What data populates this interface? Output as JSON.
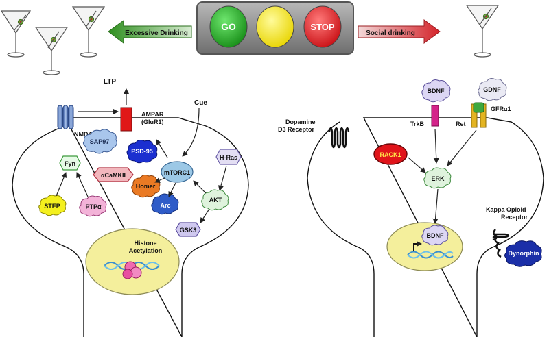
{
  "traffic_light": {
    "go": "GO",
    "stop": "STOP"
  },
  "arrows": {
    "left": "Excessive Drinking",
    "right": "Social drinking"
  },
  "left_neuron": {
    "ltp": "LTP",
    "nmdar": "NMDAR",
    "ampar_line1": "AMPAR",
    "ampar_line2": "(GluR1)",
    "cue": "Cue",
    "sap97": "SAP97",
    "psd95": "PSD-95",
    "fyn": "Fyn",
    "camkii": "αCaMKII",
    "hras": "H-Ras",
    "mtorc1": "mTORC1",
    "homer": "Homer",
    "arc": "Arc",
    "akt": "AKT",
    "step": "STEP",
    "ptpa": "PTPα",
    "gsk3": "GSK3",
    "nucleus_line1": "Histone",
    "nucleus_line2": "Acetylation"
  },
  "right_neuron": {
    "bdnf_top": "BDNF",
    "gdnf": "GDNF",
    "gfra1": "GFRα1",
    "trkb": "TrkB",
    "ret": "Ret",
    "d3_line1": "Dopamine",
    "d3_line2": "D3 Receptor",
    "rack1": "RACK1",
    "erk": "ERK",
    "kappa_line1": "Kappa Opioid",
    "kappa_line2": "Receptor",
    "dynorphin": "Dynorphin",
    "bdnf_nucleus": "BDNF"
  },
  "colors": {
    "go": "#1aa31a",
    "yellow": "#f5e400",
    "stop": "#e0141a",
    "left_arrow": "#2e8b1e",
    "right_arrow": "#d9262a",
    "nucleus": "#f4ef9c"
  }
}
